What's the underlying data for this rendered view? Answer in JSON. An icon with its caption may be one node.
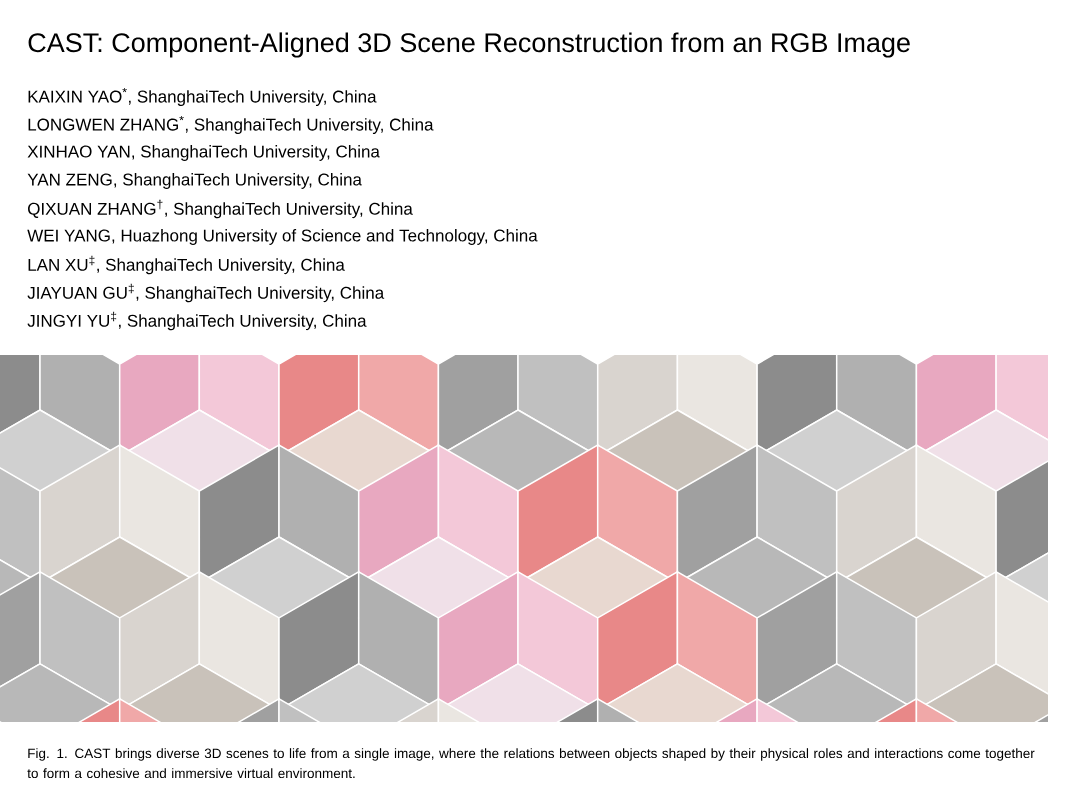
{
  "diagram": {
    "title": "CAST: Component-Aligned 3D Scene Reconstruction from an RGB Image",
    "labels": [
      "KAIXIN YAO$^{*}$, ShanghaiTech University, China",
      "LONGWEN ZHANG$^{*}$, ShanghaiTech University, China",
      "XINHAO YAN, ShanghaiTech University, China",
      "YAN ZENG, ShanghaiTech University, China",
      "QIXUAN ZHANG$^{†}$, ShanghaiTech University, China",
      "WEI YANG, Huazhong University of Science and Technology, China",
      "LAN XU$^{‡}$, ShanghaiTech University, China",
      "JIAYUAN GU$^{‡}$, ShanghaiTech University, China",
      "JINGYI YU$^{‡}$, ShanghaiTech University, China"
    ],
    "caption": "Fig. 1. CAST brings diverse 3D scenes to life from a single image, where the relations between objects shaped by their physical roles and interactions come together to form a cohesive and immersive virtual environment."
  }
}
